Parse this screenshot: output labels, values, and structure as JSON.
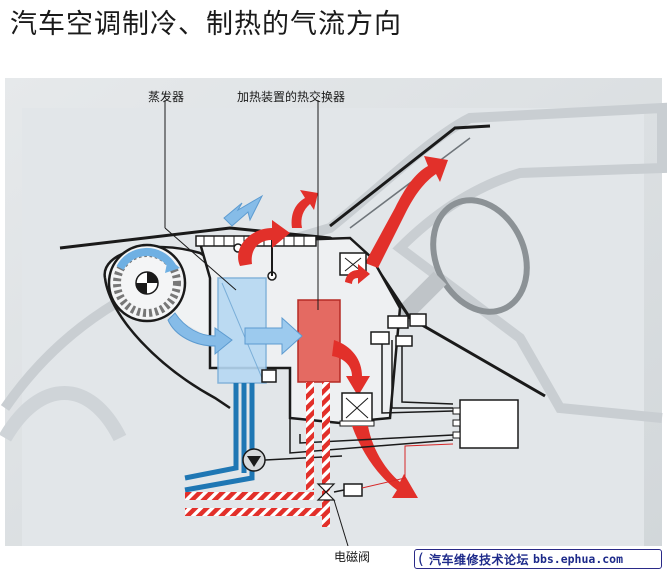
{
  "title": "汽车空调制冷、制热的气流方向",
  "labels": {
    "evaporator": "蒸发器",
    "heater_core": "加热装置的热交换器",
    "solenoid_valve": "电磁阀"
  },
  "watermark": {
    "text": "汽车维修技术论坛",
    "url": "bbs.ephua.com"
  },
  "colors": {
    "cold_air": "#a8d0f0",
    "hot_air": "#e23a32",
    "coolant_cold": "#1f77b4",
    "coolant_hot": "#d62728",
    "duct_outline": "#1a1a1a",
    "background": "#dfe3e6"
  }
}
